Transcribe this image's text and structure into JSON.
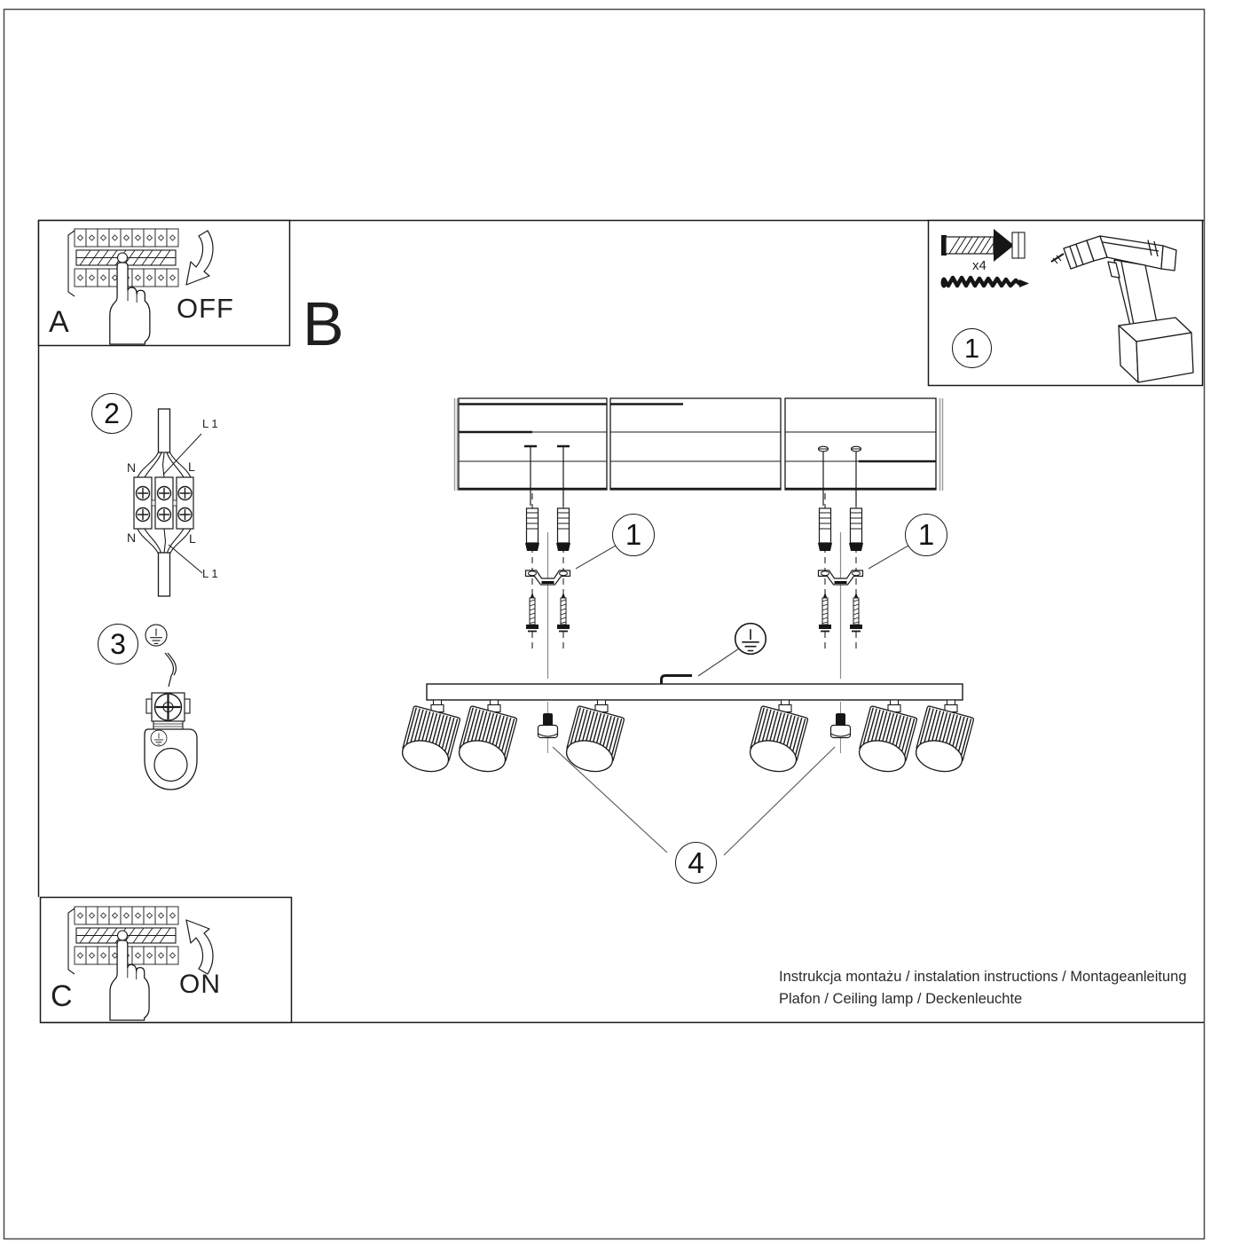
{
  "document": {
    "labels": {
      "a": "A",
      "b": "B",
      "c": "C",
      "off": "OFF",
      "on": "ON",
      "anchor_qty": "x4"
    },
    "callouts": {
      "step1": "1",
      "step2": "2",
      "step3": "3",
      "step4": "4"
    },
    "wiring": {
      "l1": "L 1",
      "n": "N",
      "l": "L"
    },
    "footer": {
      "line1": "Instrukcja montażu / instalation instructions / Montageanleitung",
      "line2": "Plafon / Ceiling lamp / Deckenleuchte"
    },
    "colors": {
      "ink": "#1a1a1a",
      "muted_line": "#8a8a8a",
      "frame": "#4a4a4a"
    }
  }
}
